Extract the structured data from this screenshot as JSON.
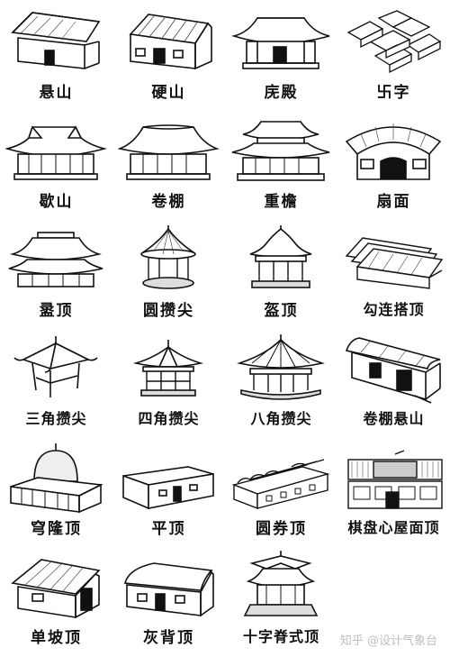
{
  "roof_types": [
    {
      "label": "悬山",
      "icon": "xuanshan-roof-icon"
    },
    {
      "label": "硬山",
      "icon": "yingshan-roof-icon"
    },
    {
      "label": "庑殿",
      "icon": "wudian-roof-icon"
    },
    {
      "label": "卐字",
      "icon": "wanzi-roof-icon"
    },
    {
      "label": "歇山",
      "icon": "xieshan-roof-icon"
    },
    {
      "label": "卷棚",
      "icon": "juanpeng-roof-icon"
    },
    {
      "label": "重檐",
      "icon": "chongyan-roof-icon"
    },
    {
      "label": "扇面",
      "icon": "shanmian-roof-icon"
    },
    {
      "label": "盝顶",
      "icon": "luding-roof-icon"
    },
    {
      "label": "圆攒尖",
      "icon": "round-pyramidal-roof-icon"
    },
    {
      "label": "盔顶",
      "icon": "kuiding-roof-icon"
    },
    {
      "label": "勾连搭顶",
      "icon": "goulianda-roof-icon"
    },
    {
      "label": "三角攒尖",
      "icon": "triangular-pyramidal-roof-icon"
    },
    {
      "label": "四角攒尖",
      "icon": "square-pyramidal-roof-icon"
    },
    {
      "label": "八角攒尖",
      "icon": "octagonal-pyramidal-roof-icon"
    },
    {
      "label": "卷棚悬山",
      "icon": "juanpeng-xuanshan-roof-icon"
    },
    {
      "label": "穹隆顶",
      "icon": "dome-roof-icon"
    },
    {
      "label": "平顶",
      "icon": "flat-roof-icon"
    },
    {
      "label": "圆券顶",
      "icon": "barrel-vault-roof-icon"
    },
    {
      "label": "棋盘心屋面顶",
      "icon": "qipanxin-roof-icon"
    },
    {
      "label": "单坡顶",
      "icon": "single-slope-roof-icon"
    },
    {
      "label": "灰背顶",
      "icon": "huibei-roof-icon"
    },
    {
      "label": "十字脊式顶",
      "icon": "cross-ridge-roof-icon"
    }
  ],
  "watermark": {
    "text": "知乎 @设计气象台"
  }
}
